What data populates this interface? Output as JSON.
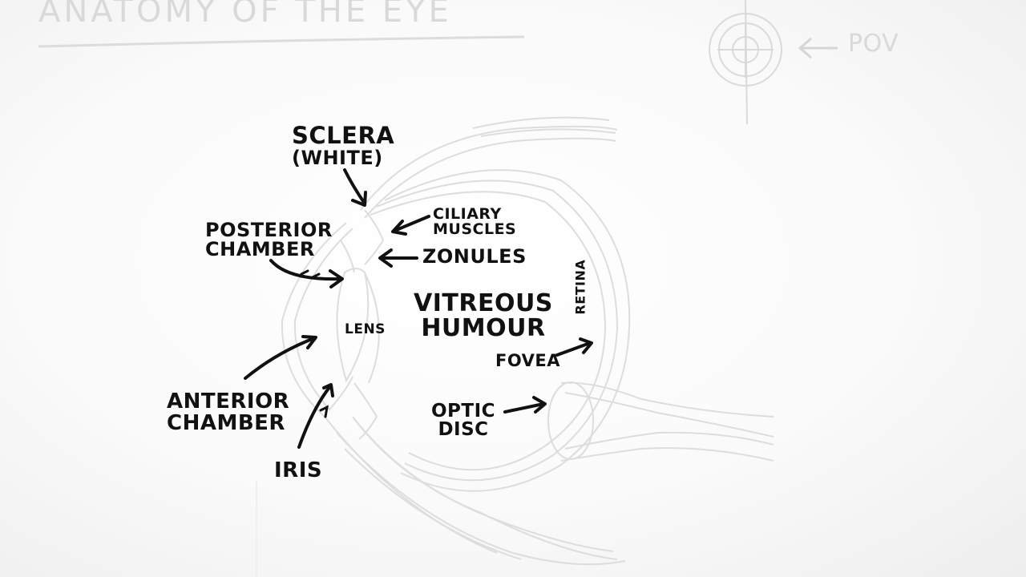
{
  "title": "ANATOMY OF THE EYE",
  "pov_label": "POV",
  "labels": {
    "sclera": [
      "SCLERA",
      "(WHITE)"
    ],
    "posterior_chamber": [
      "POSTERIOR",
      "CHAMBER"
    ],
    "ciliary_muscles": [
      "CILIARY",
      "MUSCLES"
    ],
    "zonules": "ZONULES",
    "lens": "LENS",
    "vitreous_humour": [
      "VITREOUS",
      "HUMOUR"
    ],
    "retina": "RETINA",
    "fovea": "FOVEA",
    "anterior_chamber": [
      "ANTERIOR",
      "CHAMBER"
    ],
    "optic_disc": [
      "OPTIC",
      "DISC"
    ],
    "iris": "IRIS"
  },
  "colors": {
    "ink": "#111111",
    "sketch": "#dddddd",
    "faint_text": "#d9d9d9"
  }
}
